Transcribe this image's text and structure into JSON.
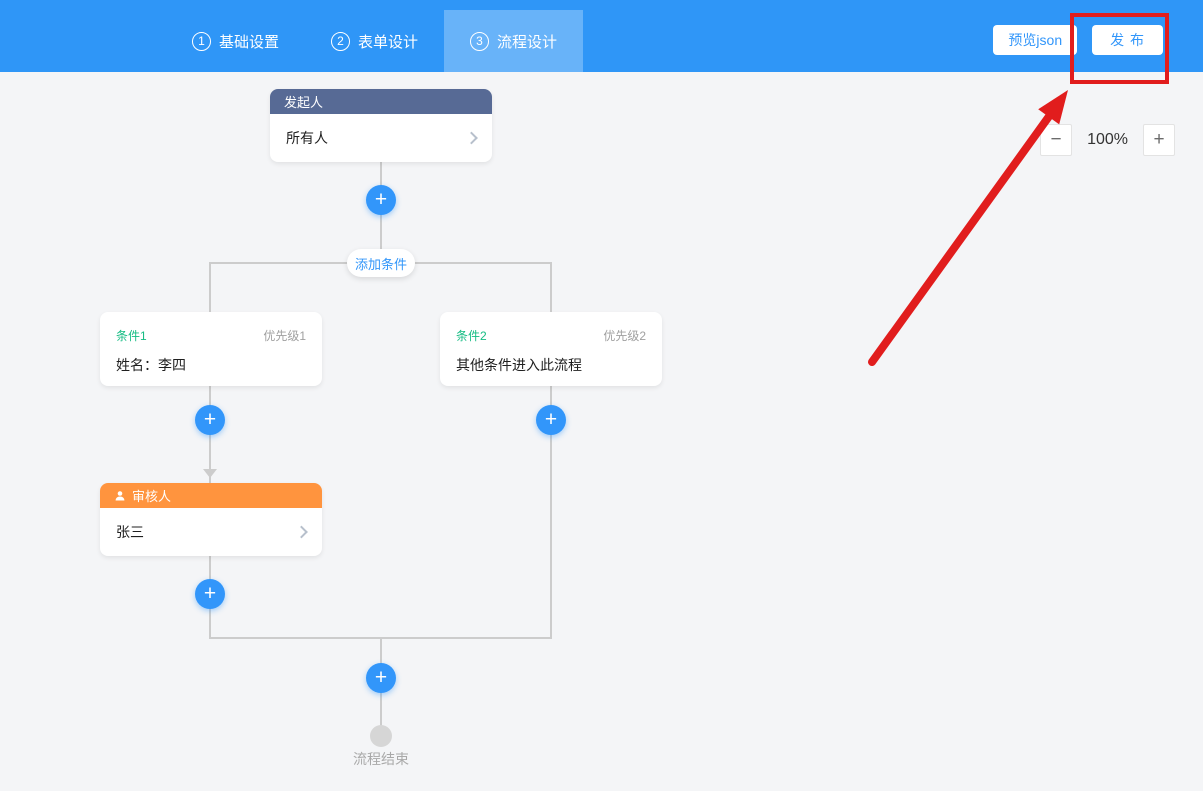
{
  "header": {
    "steps": [
      {
        "num": "1",
        "label": "基础设置",
        "active": false
      },
      {
        "num": "2",
        "label": "表单设计",
        "active": false
      },
      {
        "num": "3",
        "label": "流程设计",
        "active": true
      }
    ],
    "buttons": {
      "preview": "预览json",
      "publish": "发 布"
    }
  },
  "zoom": {
    "level": "100%"
  },
  "icons": {
    "plus": "+",
    "minus": "−",
    "user": "user-icon",
    "chevron": "chevron-right-icon"
  },
  "flow": {
    "start": {
      "title": "发起人",
      "value": "所有人"
    },
    "add_condition": "添加条件",
    "condition1": {
      "title": "条件1",
      "priority": "优先级1",
      "value": "姓名：李四"
    },
    "condition2": {
      "title": "条件2",
      "priority": "优先级2",
      "value": "其他条件进入此流程"
    },
    "approver": {
      "title": "审核人",
      "value": "张三"
    },
    "end_label": "流程结束"
  },
  "colors": {
    "header_bar": "#2f96f7",
    "active_step_overlay": "rgba(255,255,255,0.28)",
    "accent_blue": "#3296fa",
    "start_node_header": "#576a95",
    "approver_node_header": "#ff943e",
    "condition_title_green": "#15bc83",
    "connector_gray": "#cccccc",
    "canvas_background": "#f4f5f7",
    "annotation_red": "#e11d1d"
  }
}
